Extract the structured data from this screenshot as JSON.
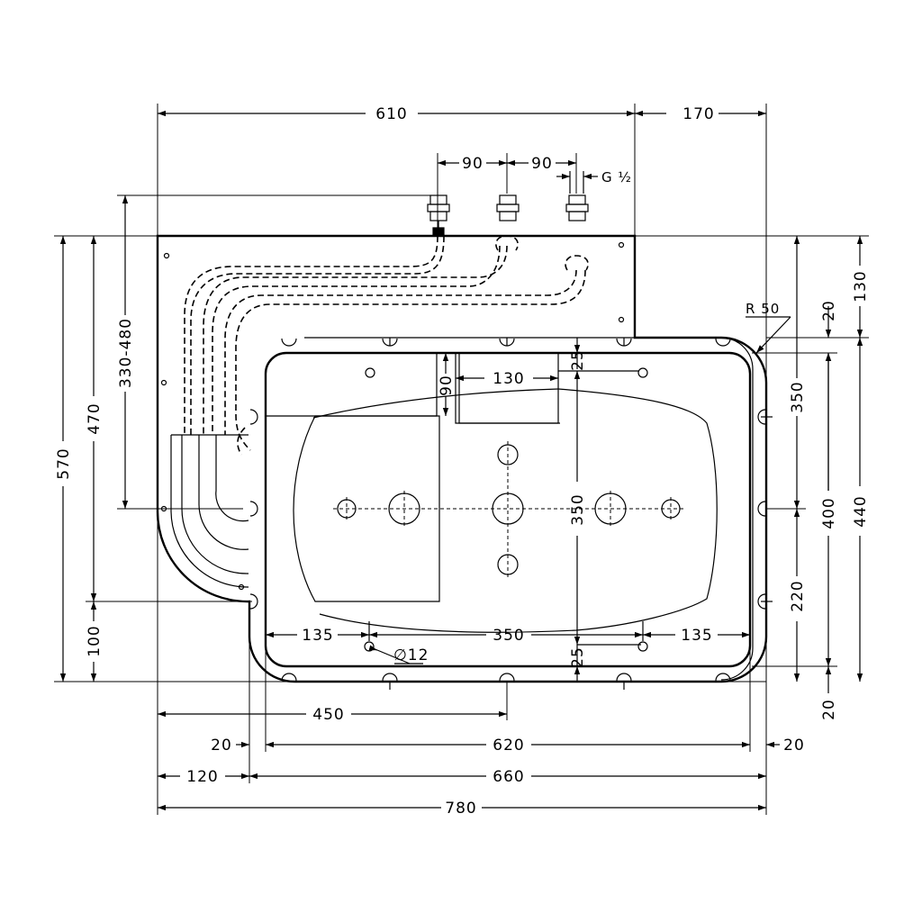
{
  "dimensions": {
    "top_610": "610",
    "top_170": "170",
    "inlet_90_a": "90",
    "inlet_90_b": "90",
    "thread_g": "G ½",
    "left_570": "570",
    "left_470": "470",
    "left_330_480": "330-480",
    "left_100": "100",
    "right_130": "130",
    "right_20_top": "20",
    "right_350": "350",
    "right_220": "220",
    "right_400": "400",
    "right_440": "440",
    "right_20_bottom": "20",
    "radius": "R 50",
    "inner_90": "90",
    "inner_130": "130",
    "inner_25_top": "25",
    "inner_350_vert": "350",
    "inner_25_bottom": "25",
    "inner_135_left": "135",
    "inner_350_horiz": "350",
    "inner_135_right": "135",
    "hole_dia": "∅12",
    "bottom_450": "450",
    "bottom_20_left": "20",
    "bottom_620": "620",
    "bottom_20_right": "20",
    "bottom_120": "120",
    "bottom_660": "660",
    "bottom_780": "780"
  }
}
